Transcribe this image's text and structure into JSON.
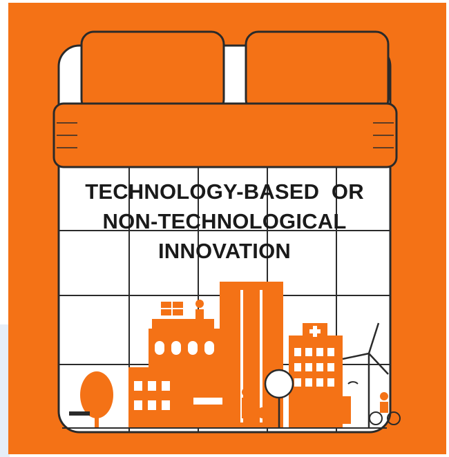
{
  "headline": {
    "line1": "TECHNOLOGY-BASED  OR",
    "line2": "NON-TECHNOLOGICAL",
    "line3": "INNOVATION"
  },
  "colors": {
    "background": "#f47216",
    "foreground": "#f47216",
    "line": "#2a2a2a",
    "sheet": "#ffffff"
  },
  "icons": [
    "bed-illustration",
    "pillow-icon",
    "city-skyline-illustration",
    "solar-panel-icon",
    "worker-icon",
    "hospital-cross-icon",
    "wind-turbine-icon",
    "tree-icon",
    "bench-icon",
    "stroller-person-icon",
    "cyclist-icon",
    "wifi-icon",
    "ev-charger-icon"
  ]
}
